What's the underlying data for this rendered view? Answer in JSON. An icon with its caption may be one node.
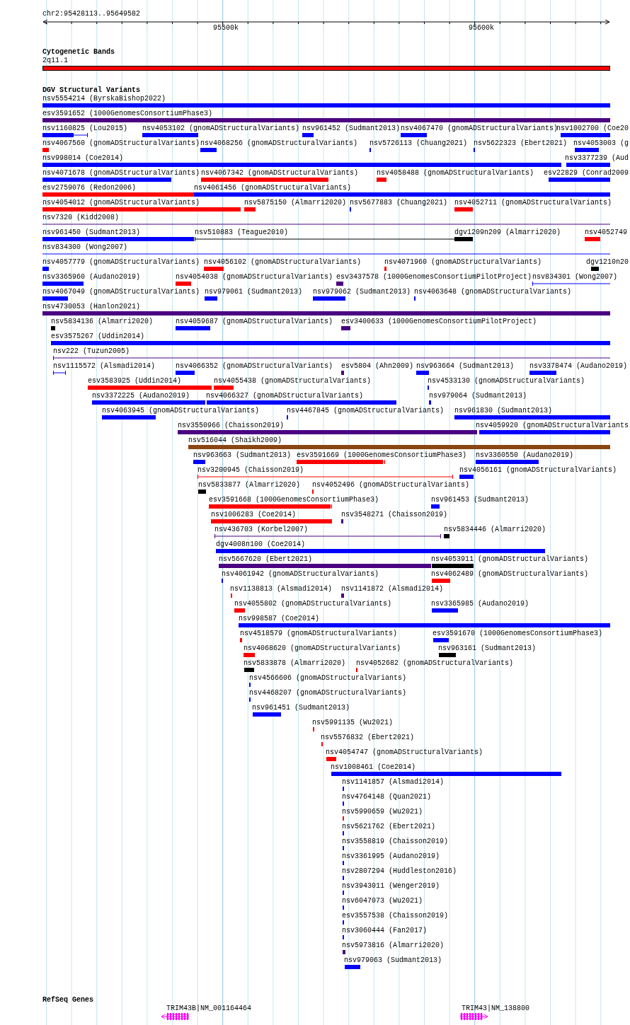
{
  "diagram": {
    "labels": [
      "chr2:95428113..95649582",
      "95500k",
      "95600k",
      "Cytogenetic Bands",
      "2q11.1",
      "DGV Structural Variants",
      "nsv5554214 (ByrskaBishop2022)",
      "esv3591652 (1000GenomesConsortiumPhase3)",
      "nsv1160825 (Lou2015)",
      "nsv4053102 (gnomADStructuralVariants)",
      "nsv961452 (Sudmant2013)",
      "nsv4067470 (gnomADStructuralVariants)",
      "nsv1002700 (Coe20",
      "nsv4067560 (gnomADStructuralVariants)",
      "nsv4068256 (gnomADStructuralVariants)",
      "nsv5726113 (Chuang2021)",
      "nsv5622323 (Ebert2021)",
      "nsv4053003 (g",
      "nsv998014 (Coe2014)",
      "nsv3377239 (Aud",
      "nsv4071678 (gnomADStructuralVariants)",
      "nsv4067342 (gnomADStructuralVariants)",
      "nsv4058488 (gnomADStructuralVariants)",
      "esv22829 (Conrad2009",
      "esv2759076 (Redon2006)",
      "nsv4061456 (gnomADStructuralVariants)",
      "nsv4054012 (gnomADStructuralVariants)",
      "nsv5875150 (Almarri2020)",
      "nsv5677883 (Chuang2021)",
      "nsv4052711 (gnomADStructuralVariants)",
      "nsv7320 (Kidd2008)",
      "nsv961450 (Sudmant2013)",
      "nsv510883 (Teague2010)",
      "dgv1209n209 (Almarri2020)",
      "nsv4052749",
      "nsv834300 (Wong2007)",
      "nsv4057779 (gnomADStructuralVariants)",
      "nsv4056102 (gnomADStructuralVariants)",
      "nsv4071960 (gnomADStructuralVariants)",
      "dgv1210n20",
      "nsv3365960 (Audano2019)",
      "nsv4054038 (gnomADStructuralVariants)",
      "esv3437578 (1000GenomesConsortiumPilotProject)",
      "nsv834301 (Wong2007)",
      "nsv4067049 (gnomADStructuralVariants)",
      "nsv979061 (Sudmant2013)",
      "nsv979062 (Sudmant2013)",
      "nsv4063648 (gnomADStructuralVariants)",
      "nsv4730053 (Hanlon2021)",
      "nsv5834136 (Almarri2020)",
      "nsv4059687 (gnomADStructuralVariants)",
      "esv3400633 (1000GenomesConsortiumPilotProject)",
      "esv3575267 (Uddin2014)",
      "nsv222 (Tuzun2005)",
      "nsv1115572 (Alsmadi2014)",
      "nsv4066352 (gnomADStructuralVariants)",
      "esv5804 (Ahn2009)",
      "nsv963664 (Sudmant2013)",
      "nsv3378474 (Audano2019)",
      "esv3583925 (Uddin2014)",
      "nsv4055438 (gnomADStructuralVariants)",
      "nsv4533130 (gnomADStructuralVariants)",
      "nsv3372225 (Audano2019)",
      "nsv4066327 (gnomADStructuralVariants)",
      "nsv979064 (Sudmant2013)",
      "nsv4063945 (gnomADStructuralVariants)",
      "nsv4467845 (gnomADStructuralVariants)",
      "nsv961830 (Sudmant2013)",
      "nsv3550966 (Chaisson2019)",
      "nsv4059920 (gnomADStructuralVariants",
      "nsv516044 (Shaikh2009)",
      "nsv963663 (Sudmant2013)",
      "esv3591669 (1000GenomesConsortiumPhase3)",
      "nsv3360550 (Audano2019)",
      "nsv3200945 (Chaisson2019)",
      "nsv4056161 (gnomADStructuralVariants)",
      "nsv5833877 (Almarri2020)",
      "nsv4052496 (gnomADStructuralVariants)",
      "esv3591668 (1000GenomesConsortiumPhase3)",
      "nsv961453 (Sudmant2013)",
      "nsv1006283 (Coe2014)",
      "nsv3548271 (Chaisson2019)",
      "nsv436703 (Korbel2007)",
      "nsv5834446 (Almarri2020)",
      "dgv4008n100 (Coe2014)",
      "nsv5667620 (Ebert2021)",
      "nsv4053911 (gnomADStructuralVariants)",
      "nsv4061942 (gnomADStructuralVariants)",
      "nsv4062489 (gnomADStructuralVariants)",
      "nsv1138813 (Alsmadi2014)",
      "nsv1141872 (Alsmadi2014)",
      "nsv4055802 (gnomADStructuralVariants)",
      "nsv3365985 (Audano2019)",
      "nsv998587 (Coe2014)",
      "nsv4518579 (gnomADStructuralVariants)",
      "esv3591670 (1000GenomesConsortiumPhase3)",
      "nsv4068620 (gnomADStructuralVariants)",
      "nsv963161 (Sudmant2013)",
      "nsv5833878 (Almarri2020)",
      "nsv4052682 (gnomADStructuralVariants)",
      "nsv4566606 (gnomADStructuralVariants)",
      "nsv4468207 (gnomADStructuralVariants)",
      "nsv961451 (Sudmant2013)",
      "nsv5991135 (Wu2021)",
      "nsv5576832 (Ebert2021)",
      "nsv4054747 (gnomADStructuralVariants)",
      "nsv1008461 (Coe2014)",
      "nsv1141857 (Alsmadi2014)",
      "nsv4764148 (Quan2021)",
      "nsv5990659 (Wu2021)",
      "nsv5621762 (Ebert2021)",
      "nsv3558819 (Chaisson2019)",
      "nsv3361995 (Audano2019)",
      "nsv2807294 (Huddleston2016)",
      "nsv3943011 (Wenger2019)",
      "nsv6047073 (Wu2021)",
      "esv3557538 (Chaisson2019)",
      "nsv3060444 (Fan2017)",
      "nsv5973816 (Almarri2020)",
      "nsv979063 (Sudmant2013)",
      "RefSeq Genes",
      "TRIM43B|NM_001164464",
      "TRIM43|NM_138800"
    ]
  }
}
